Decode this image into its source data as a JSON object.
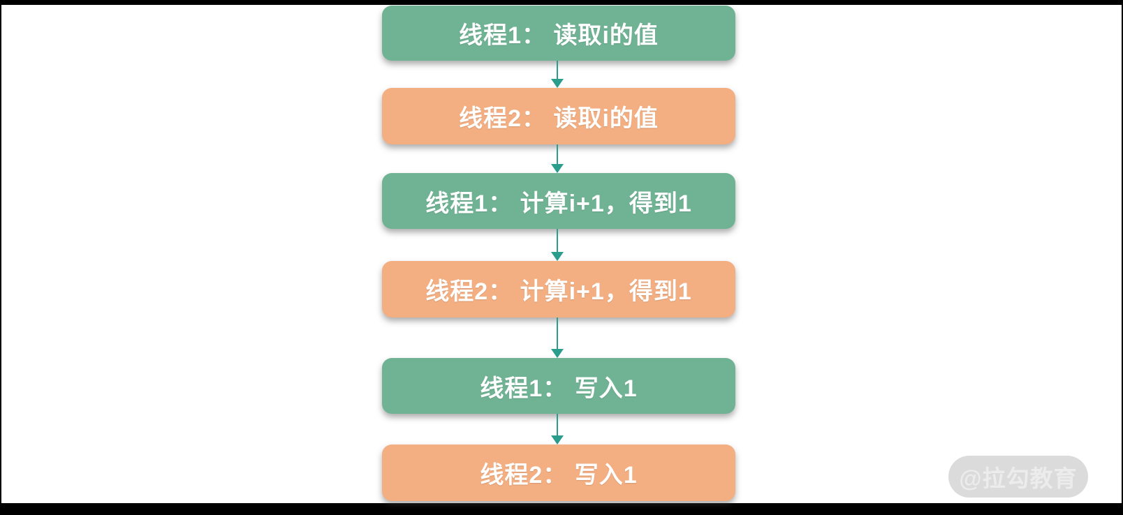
{
  "page": {
    "background": "#ffffff",
    "frame_color": "#000000"
  },
  "colors": {
    "thread1_green": "#6fb394",
    "thread2_orange": "#f3ae81",
    "arrow_teal": "#2a9d8d",
    "node_text": "#ffffff",
    "watermark_pill": "#dbdbdb",
    "watermark_text": "#ececec"
  },
  "flowchart": {
    "type": "flowchart",
    "direction": "top-down",
    "nodes": [
      {
        "id": "n1",
        "label": "线程1： 读取i的值",
        "color": "green"
      },
      {
        "id": "n2",
        "label": "线程2： 读取i的值",
        "color": "orange"
      },
      {
        "id": "n3",
        "label": "线程1： 计算i+1，得到1",
        "color": "green"
      },
      {
        "id": "n4",
        "label": "线程2： 计算i+1，得到1",
        "color": "orange"
      },
      {
        "id": "n5",
        "label": "线程1： 写入1",
        "color": "green"
      },
      {
        "id": "n6",
        "label": "线程2： 写入1",
        "color": "orange"
      }
    ],
    "edges": [
      [
        "n1",
        "n2"
      ],
      [
        "n2",
        "n3"
      ],
      [
        "n3",
        "n4"
      ],
      [
        "n4",
        "n5"
      ],
      [
        "n5",
        "n6"
      ]
    ]
  },
  "watermark": {
    "label": "@拉勾教育"
  }
}
